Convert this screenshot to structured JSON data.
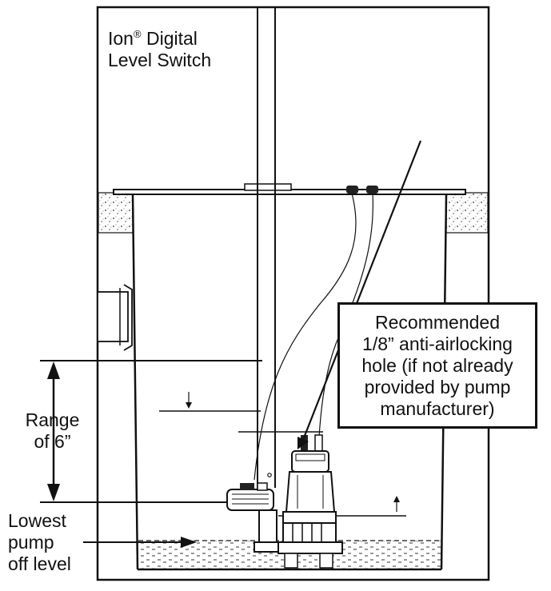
{
  "diagram": {
    "switch_label": {
      "line1_a": "Ion",
      "registered": "®",
      "line1_b": " Digital",
      "line2": "Level Switch"
    },
    "callout_lines": [
      "Recommended",
      "1/8” anti-airlocking",
      "hole (if not already",
      "provided by pump",
      "manufacturer)"
    ],
    "range_lines": [
      "Range",
      "of 6”"
    ],
    "level_lines": [
      "Lowest",
      "pump",
      "off level"
    ]
  }
}
